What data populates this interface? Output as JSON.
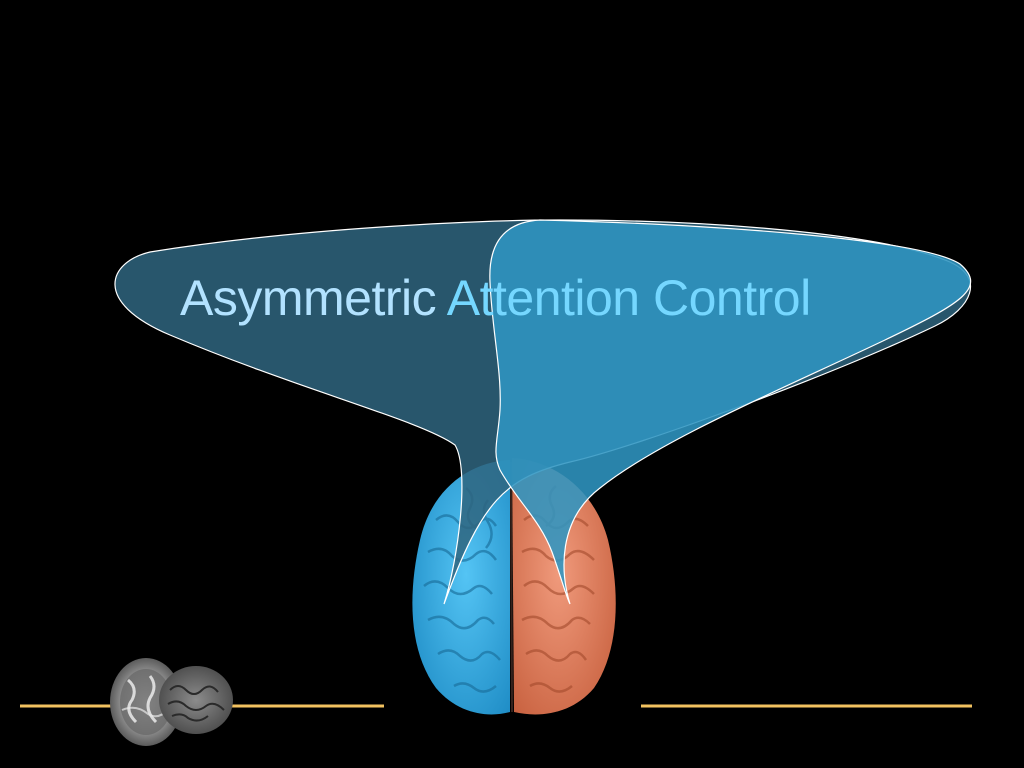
{
  "slide": {
    "title_part1": "Asymmetric",
    "title_part2": "Attention Control",
    "background_color": "#000000"
  },
  "colors": {
    "left_hemisphere": "#3eb0e6",
    "right_hemisphere": "#e68262",
    "left_bubble": "#2f657f",
    "right_bubble": "#2f95c2",
    "footer_line": "#f2c260",
    "title_left": "#b2e2ff",
    "title_right": "#75d7ff"
  },
  "graphics": {
    "main_image": "brain-top-view",
    "thumbnail": "mri-brain-scan-thumbnail",
    "callouts": [
      "left-hemisphere-callout-bubble",
      "right-hemisphere-callout-bubble"
    ]
  }
}
